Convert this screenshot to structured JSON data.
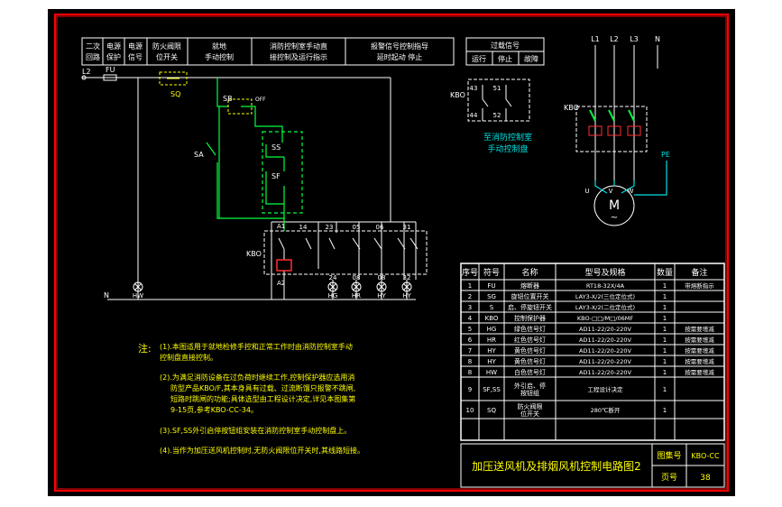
{
  "colors": {
    "background": "#000000",
    "page": "#ffffff",
    "frame": "#ff0000",
    "wire": "#ffffff",
    "control_wire": "#00ff40",
    "text": "#ffffff",
    "accent_text": "#ffff00",
    "label": "#00e0e0"
  },
  "header": {
    "cells": [
      "二次\n回路",
      "电源\n保护",
      "电源\n信号",
      "防火阀限\n位开关",
      "就地\n手动控制",
      "消防控制室手动直\n接控制及运行指示",
      "报警信号控制指导\n延时起动 停止"
    ],
    "right_cells": [
      "过载信号",
      "运行",
      "停止",
      "故障"
    ]
  },
  "labels": {
    "l2": "L2",
    "fu": "FU",
    "sq": "SQ",
    "sa": "SA",
    "off": "OFF",
    "sb": "SB",
    "ss": "SS",
    "sf": "SF",
    "a1": "A1",
    "a2": "A2",
    "kbo_left": "KBO",
    "kbo_aux": "KBO",
    "kbo_main": "KBO",
    "n": "N",
    "terminals_top": [
      "14",
      "23",
      "05",
      "06",
      "31"
    ],
    "terminals_bottom": [
      "24",
      "08",
      "08",
      "32"
    ],
    "lamps": [
      "HW",
      "HG",
      "HR",
      "HY",
      "HY"
    ],
    "aux_contacts": [
      "43",
      "44",
      "51",
      "52"
    ],
    "aux_caption": "至消防控制室\n手动控制盘",
    "phases": [
      "L1",
      "L2",
      "L3",
      "N"
    ],
    "pe": "PE",
    "motor_terminals": [
      "U",
      "V",
      "W"
    ],
    "motor": "M",
    "motor_sub": "~"
  },
  "notes": {
    "title": "注:",
    "lines": [
      "(1).本图适用于就地检修手控和正常工作时由消防控制室手动",
      "控制盘直接控制。",
      "(2).为满足消防设备在过负荷时继续工作,控制保护器应选用消",
      "防型产品KBO/F,其本身具有过载、过流断馏只报警不跳闸,",
      "短路时跳闸的功能;具体选型由工程设计决定,详见本图集第",
      "9-15页,参考KBO-CC-34。",
      "(3).SF,SS外引启停按钮组安装在消防控制室手动控制盘上。",
      "(4).当作为加压送风机控制时,无防火阀限位开关时,其线路短接。"
    ]
  },
  "table": {
    "headers": [
      "序号",
      "符号",
      "名称",
      "型号及规格",
      "数量",
      "备注"
    ],
    "rows": [
      [
        "1",
        "FU",
        "熔断器",
        "RT18-32X/4A",
        "1",
        "带熔断指示"
      ],
      [
        "2",
        "SG",
        "旋钮位置开关",
        "LAY3-X/2(三位定位式)",
        "1",
        ""
      ],
      [
        "3",
        "S",
        "启、停旋钮开关",
        "LAY3-X/2(二位定位式)",
        "1",
        ""
      ],
      [
        "4",
        "KBO",
        "控制保护器",
        "KBO-□□/M□/06MF",
        "1",
        ""
      ],
      [
        "5",
        "HG",
        "绿色信号灯",
        "AD11-22/20-220V",
        "1",
        "按需要增减"
      ],
      [
        "6",
        "HR",
        "红色信号灯",
        "AD11-22/20-220V",
        "1",
        "按需要增减"
      ],
      [
        "7",
        "HY",
        "黄色信号灯",
        "AD11-22/20-220V",
        "1",
        "按需要增减"
      ],
      [
        "8",
        "HY",
        "黄色信号灯",
        "AD11-22/20-220V",
        "1",
        "按需要增减"
      ],
      [
        "8",
        "HW",
        "白色信号灯",
        "AD11-22/20-220V",
        "1",
        "按需要增减"
      ],
      [
        "9",
        "SF,SS",
        "外引启、停\n按钮组",
        "工程设计决定",
        "1",
        ""
      ],
      [
        "10",
        "SQ",
        "防火阀限\n位开关",
        "280℃断开",
        "1",
        ""
      ]
    ]
  },
  "title_block": {
    "title": "加压送风机及排烟风机控制电路图2",
    "atlas_label": "图集号",
    "atlas_value": "KBO-CC",
    "page_label": "页号",
    "page_value": "38"
  }
}
